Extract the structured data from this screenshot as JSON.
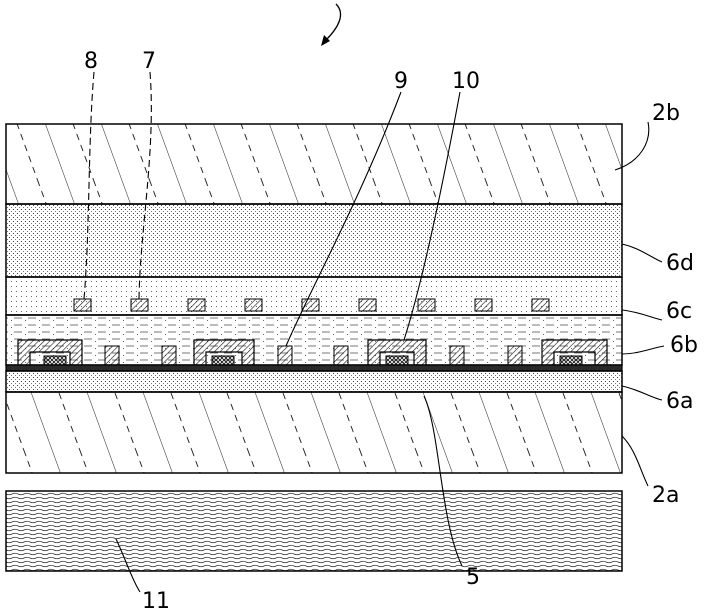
{
  "labels": {
    "l8": "8",
    "l7": "7",
    "l9": "9",
    "l10": "10",
    "l2b": "2b",
    "l6d": "6d",
    "l6c": "6c",
    "l6b": "6b",
    "l6a": "6a",
    "l2a": "2a",
    "l5": "5",
    "l11": "11"
  }
}
